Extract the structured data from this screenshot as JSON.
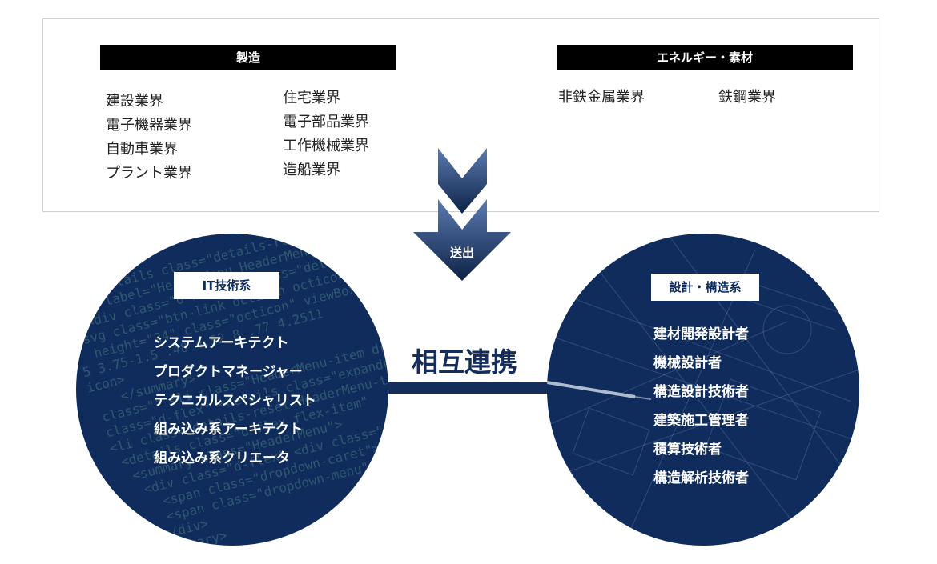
{
  "top": {
    "manufacturing": {
      "title": "製造",
      "col1": [
        "建設業界",
        "電子機器業界",
        "自動車業界",
        "プラント業界"
      ],
      "col2": [
        "住宅業界",
        "電子部品業界",
        "工作機械業界",
        "造船業界"
      ]
    },
    "energy": {
      "title": "エネルギー・素材",
      "items": [
        "非鉄金属業界",
        "鉄鋼業界"
      ]
    }
  },
  "arrow": {
    "label": "送出"
  },
  "connector": {
    "label": "相互連携"
  },
  "it": {
    "title": "IT技術系",
    "roles": [
      "システムアーキテクト",
      "プロダクトマネージャー",
      "テクニカルスペシャリスト",
      "組み込み系アーキテクト",
      "組み込み系クリエータ"
    ]
  },
  "design": {
    "title": "設計・構造系",
    "roles": [
      "建材開発設計者",
      "機械設計者",
      "構造設計技術者",
      "建築施工管理者",
      "積算技術者",
      "構造解析技術者"
    ]
  },
  "colors": {
    "navy": "#0f2c5c",
    "arrow_gradient_top": "#5a7bb0",
    "arrow_gradient_bottom": "#0e2247"
  }
}
